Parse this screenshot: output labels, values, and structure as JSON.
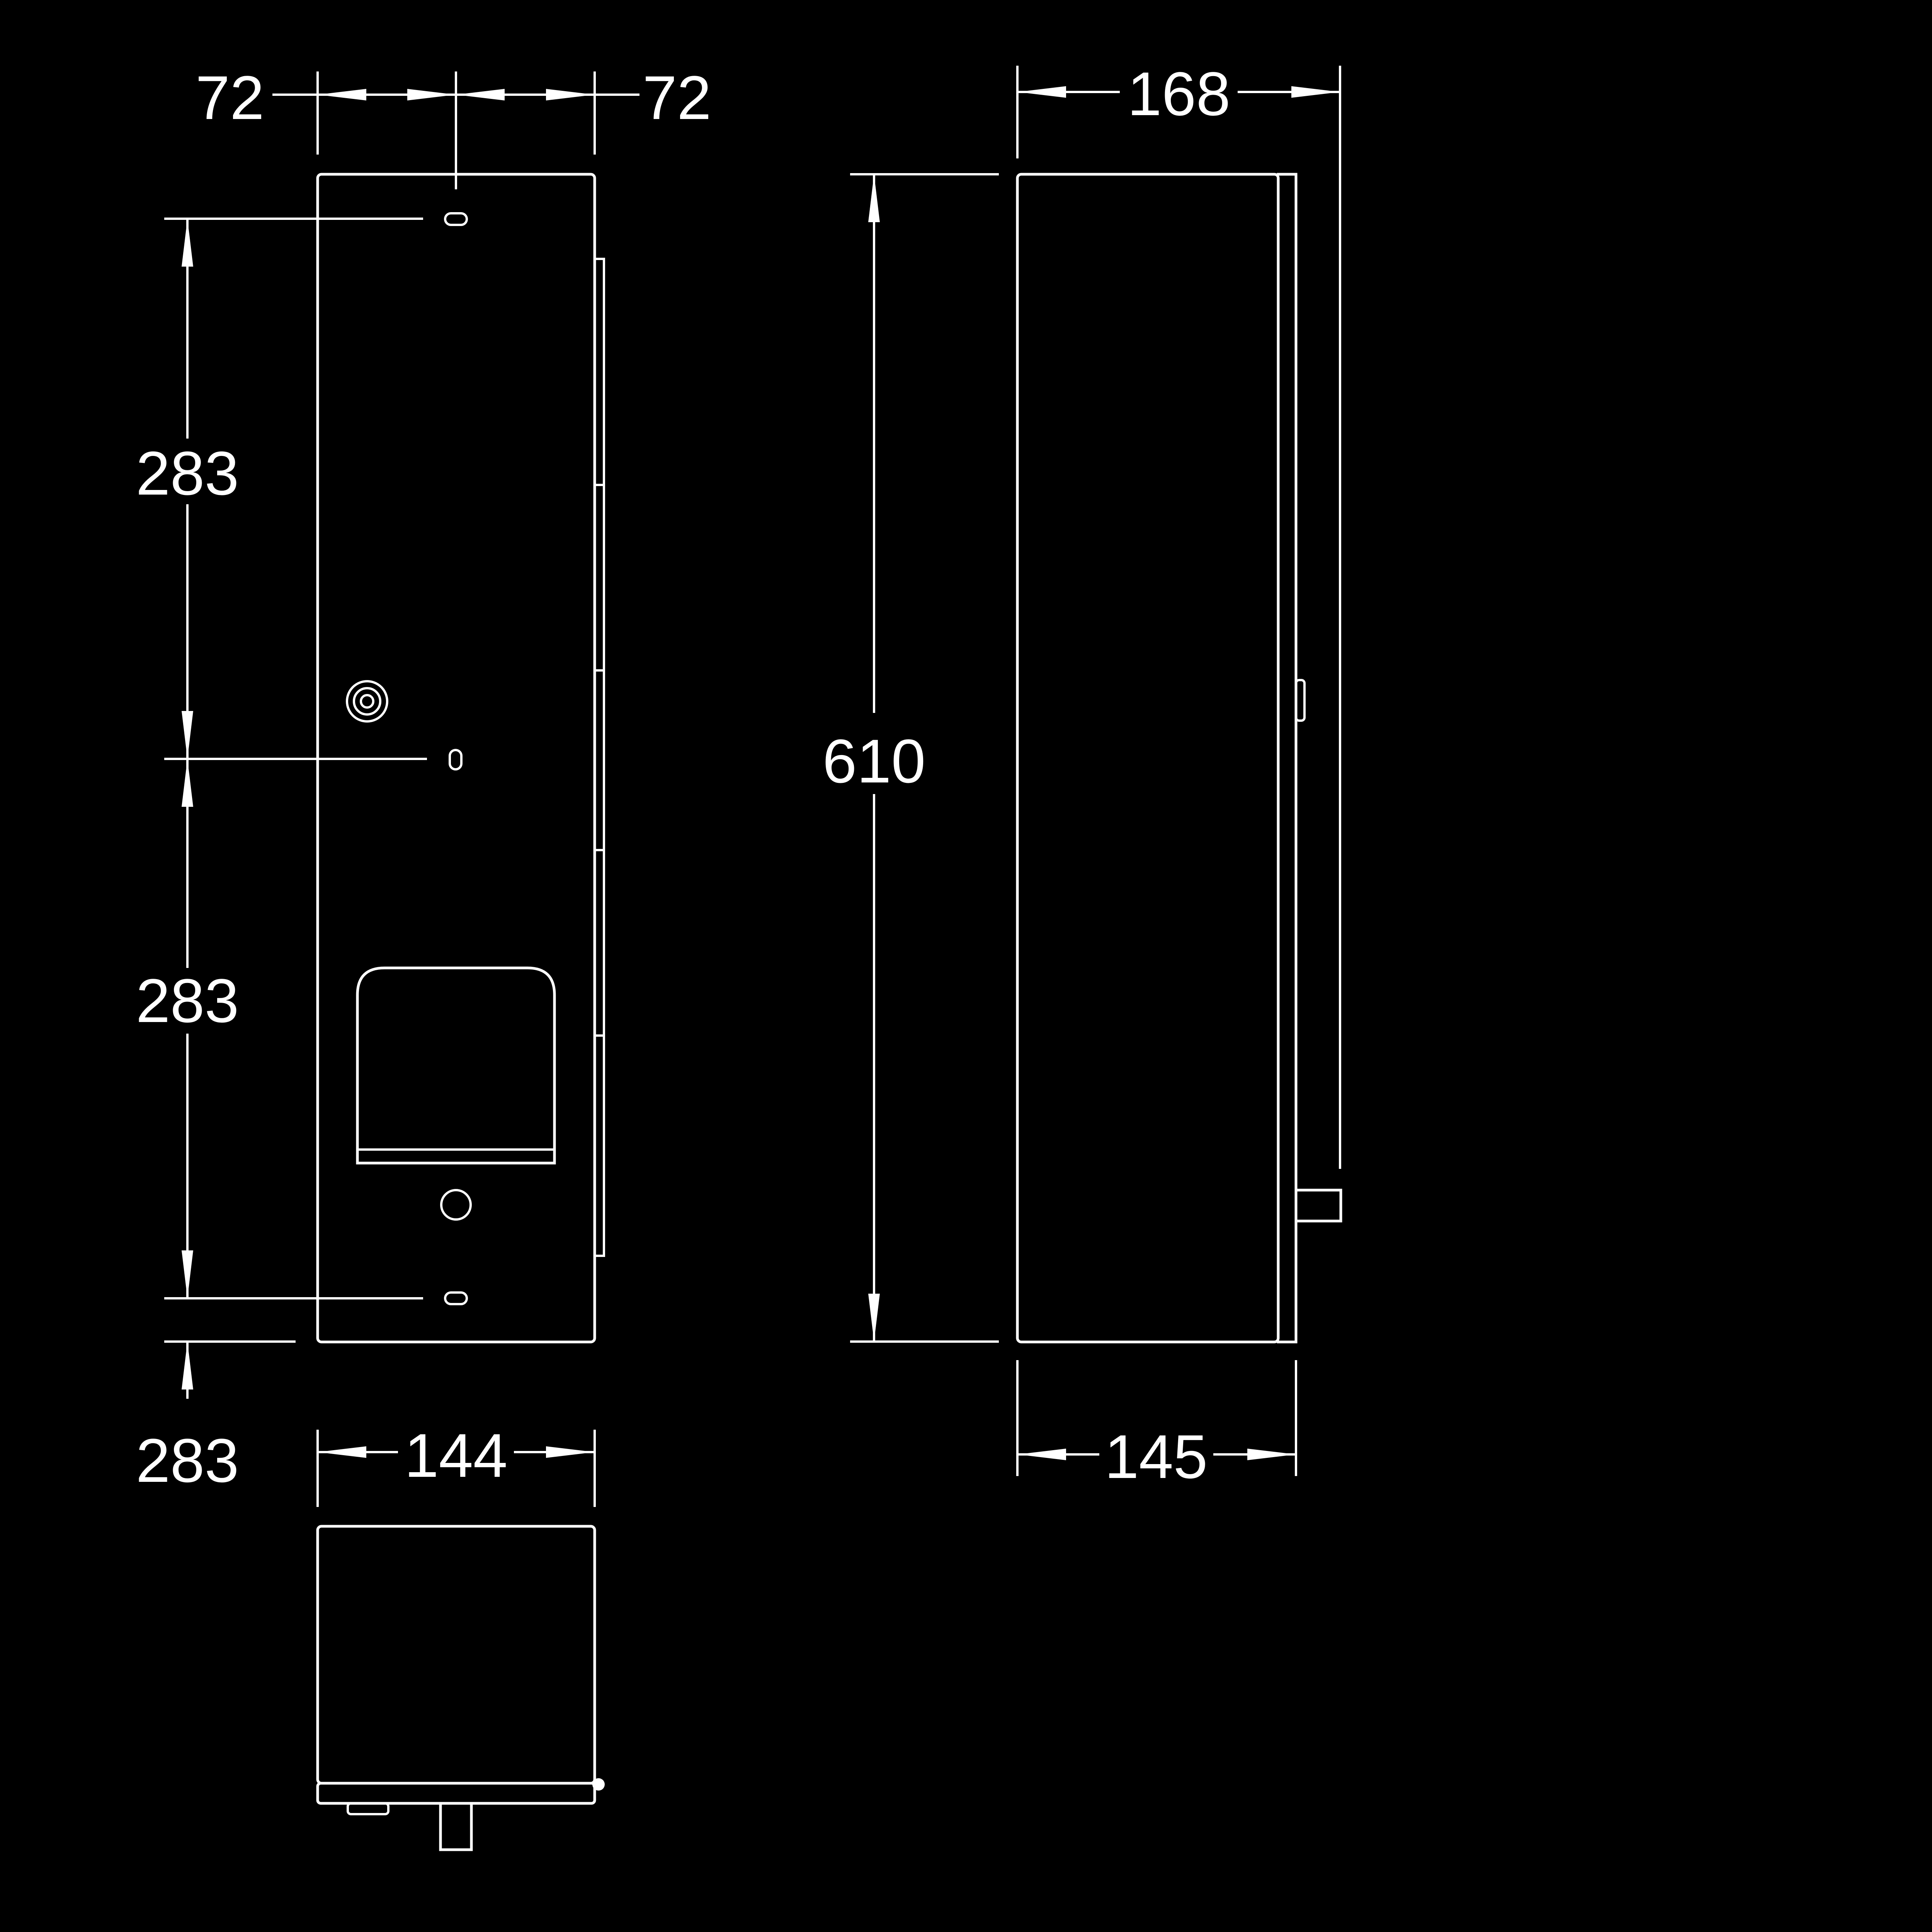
{
  "colors": {
    "background": "#000000",
    "line": "#ffffff"
  },
  "dimensions": {
    "front_left_offset": "72",
    "front_right_offset": "72",
    "upper_spacing": "283",
    "lower_spacing": "283",
    "bottom_offset": "283",
    "width_bottom_view": "144",
    "height_side_view": "610",
    "depth_overall": "168",
    "depth_body": "145"
  }
}
